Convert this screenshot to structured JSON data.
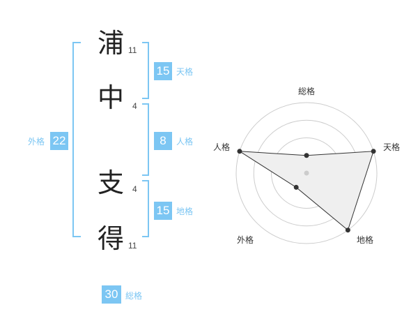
{
  "name": {
    "chars": [
      {
        "char": "浦",
        "strokes": "11"
      },
      {
        "char": "中",
        "strokes": "4"
      },
      {
        "char": "支",
        "strokes": "4"
      },
      {
        "char": "得",
        "strokes": "11"
      }
    ]
  },
  "kaku": {
    "tenkaku": {
      "value": "15",
      "label": "天格"
    },
    "jinkaku": {
      "value": "8",
      "label": "人格"
    },
    "chikaku": {
      "value": "15",
      "label": "地格"
    },
    "gaikaku": {
      "value": "22",
      "label": "外格"
    },
    "soukaku": {
      "value": "30",
      "label": "総格"
    }
  },
  "colors": {
    "accent": "#7cc6f3",
    "text": "#222222",
    "grid": "#cccccc",
    "fill": "#eeeeee"
  },
  "chart_data": {
    "type": "radar",
    "axes": [
      "総格",
      "天格",
      "地格",
      "外格",
      "人格"
    ],
    "values": [
      0.25,
      1.0,
      1.0,
      0.25,
      1.0
    ],
    "rings": 4
  }
}
